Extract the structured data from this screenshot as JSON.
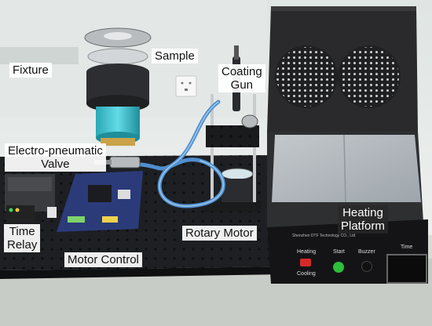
{
  "figure": {
    "labels": {
      "fixture": "Fixture",
      "sample": "Sample",
      "coating_gun": [
        "Coating",
        "Gun"
      ],
      "electro_pneumatic_valve": [
        "Electro-pneumatic",
        "Valve"
      ],
      "time_relay": [
        "Time",
        "Relay"
      ],
      "motor_control": "Motor Control",
      "rotary_motor": "Rotary Motor",
      "heating_platform": [
        "Heating",
        "Platform"
      ]
    },
    "heater_panel": {
      "brand": "Shenzhen DTF Technology CO., Ltd",
      "heating_button": "Heating",
      "cooling_button": "Cooling",
      "start_button": "Start",
      "buzzer_button": "Buzzer",
      "time_label": "Time"
    },
    "colors": {
      "bench_black": "#1d1f22",
      "wall": "#e9ece9",
      "cooling_sleeve": "#3fc3cf",
      "air_hose": "#4f8fcf",
      "heater_lid": "#2a2a2c",
      "hot_plate": "#a8afb6",
      "pcb_blue": "#2b3b7a"
    }
  }
}
